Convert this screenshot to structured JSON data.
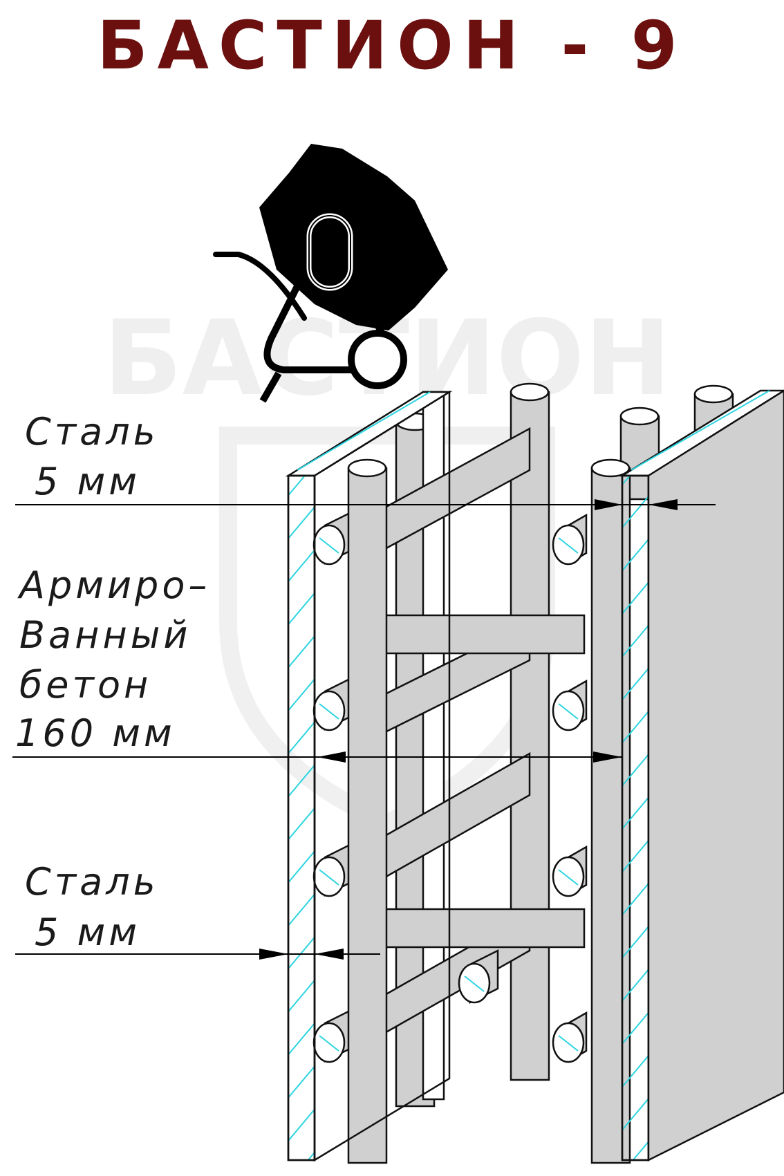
{
  "title": "БАСТИОН - 9",
  "watermark": "БАСТИОН",
  "labels": {
    "steel_top_1": "Сталь",
    "steel_top_2": "5  мм",
    "concrete_1": "Армиро–",
    "concrete_2": "Ванный",
    "concrete_3": "бетон",
    "concrete_4": "160  мм",
    "steel_bottom_1": "Сталь",
    "steel_bottom_2": "5  мм"
  },
  "colors": {
    "title": "#6b0f0f",
    "steel": "#d0d0d0",
    "hatch": "#2bd4e0",
    "outline": "#111111"
  },
  "icons": {
    "mixer": "concrete-mixer-icon"
  }
}
